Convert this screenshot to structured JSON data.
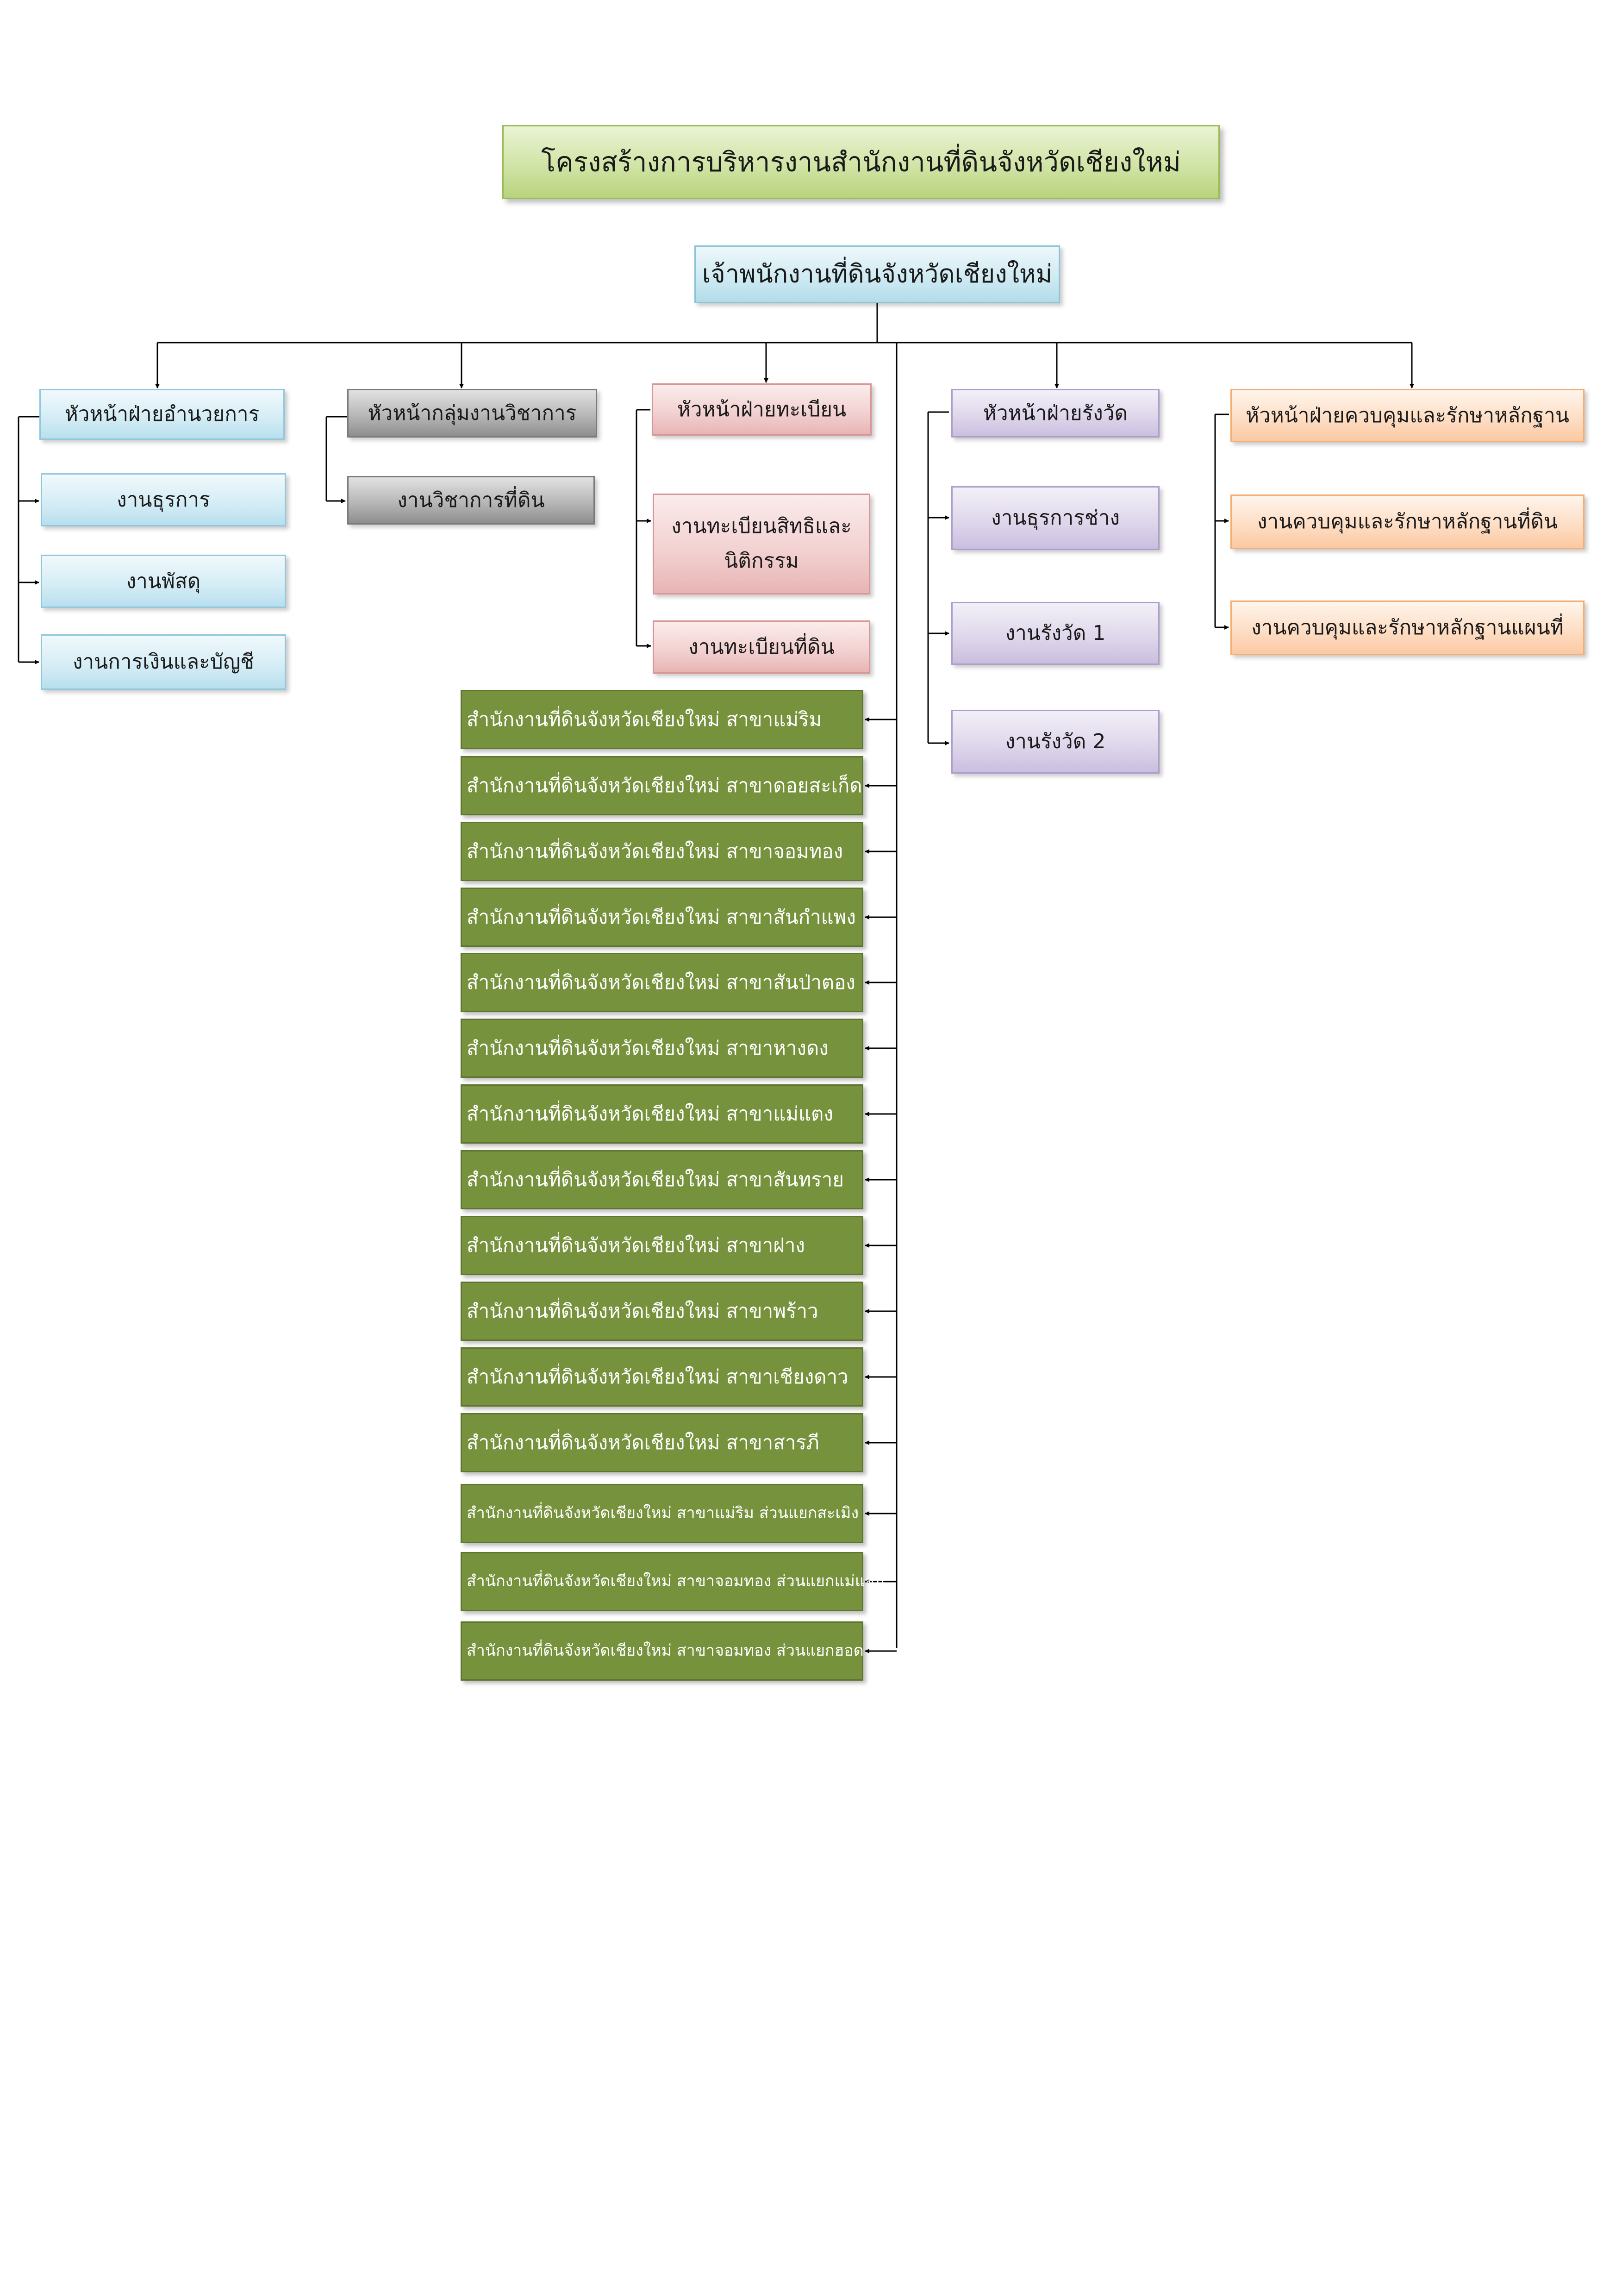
{
  "title": "โครงสร้างการบริหารงานสำนักงานที่ดินจังหวัดเชียงใหม่",
  "head": "เจ้าพนักงานที่ดินจังหวัดเชียงใหม่",
  "departments": [
    {
      "head": "หัวหน้าฝ่ายอำนวยการ",
      "units": [
        "งานธุรการ",
        "งานพัสดุ",
        "งานการเงินและบัญชี"
      ],
      "color": "#b8dfee"
    },
    {
      "head": "หัวหน้ากลุ่มงานวิชาการ",
      "units": [
        "งานวิชาการที่ดิน"
      ],
      "color": "#8e8e8e"
    },
    {
      "head": "หัวหน้าฝ่ายทะเบียน",
      "units": [
        {
          "line1": "งานทะเบียนสิทธิและ",
          "line2": "นิติกรรม"
        },
        "งานทะเบียนที่ดิน"
      ],
      "color": "#e8b4b4"
    },
    {
      "head": "หัวหน้าฝ่ายรังวัด",
      "units": [
        "งานธุรการช่าง",
        "งานรังวัด 1",
        "งานรังวัด 2"
      ],
      "color": "#cabedf"
    },
    {
      "head": "หัวหน้าฝ่ายควบคุมและรักษาหลักฐาน",
      "units": [
        "งานควบคุมและรักษาหลักฐานที่ดิน",
        "งานควบคุมและรักษาหลักฐานแผนที่"
      ],
      "color": "#fbc9a2"
    }
  ],
  "branches": [
    "สำนักงานที่ดินจังหวัดเชียงใหม่ สาขาแม่ริม",
    "สำนักงานที่ดินจังหวัดเชียงใหม่ สาขาดอยสะเก็ด",
    "สำนักงานที่ดินจังหวัดเชียงใหม่ สาขาจอมทอง",
    "สำนักงานที่ดินจังหวัดเชียงใหม่ สาขาสันกำแพง",
    "สำนักงานที่ดินจังหวัดเชียงใหม่ สาขาสันป่าตอง",
    "สำนักงานที่ดินจังหวัดเชียงใหม่ สาขาหางดง",
    "สำนักงานที่ดินจังหวัดเชียงใหม่ สาขาแม่แตง",
    "สำนักงานที่ดินจังหวัดเชียงใหม่ สาขาสันทราย",
    "สำนักงานที่ดินจังหวัดเชียงใหม่ สาขาฝาง",
    "สำนักงานที่ดินจังหวัดเชียงใหม่ สาขาพร้าว",
    "สำนักงานที่ดินจังหวัดเชียงใหม่ สาขาเชียงดาว",
    "สำนักงานที่ดินจังหวัดเชียงใหม่ สาขาสารภี",
    "สำนักงานที่ดินจังหวัดเชียงใหม่ สาขาแม่ริม ส่วนแยกสะเมิง",
    "สำนักงานที่ดินจังหวัดเชียงใหม่ สาขาจอมทอง ส่วนแยกแม่แจ่ม",
    "สำนักงานที่ดินจังหวัดเชียงใหม่ สาขาจอมทอง ส่วนแยกฮอด"
  ],
  "branch_color": "#76923c"
}
